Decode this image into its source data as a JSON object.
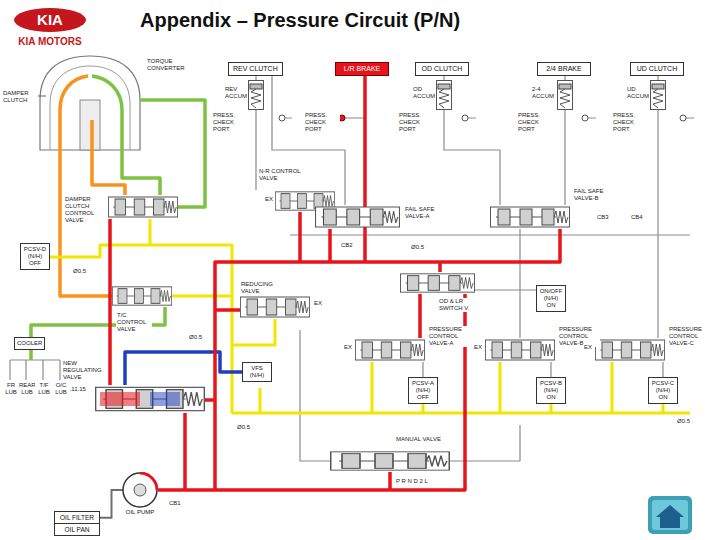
{
  "diagram": {
    "title": "Appendix – Pressure Circuit (P/N)",
    "nodes": [
      {
        "text": [
          "REV CLUTCH"
        ]
      },
      {
        "text": [
          "L/R BRAKE"
        ]
      },
      {
        "text": [
          "OD CLUTCH"
        ]
      },
      {
        "text": [
          "2/4 BRAKE"
        ]
      },
      {
        "text": [
          "UD CLUTCH"
        ]
      },
      {
        "text": [
          "PCSV-D (N/H) OFF"
        ]
      },
      {
        "text": [
          "COOLER"
        ]
      },
      {
        "text": [
          "VFS (N/H)"
        ]
      },
      {
        "text": [
          "ON/OFF (N/H) ON"
        ]
      },
      {
        "text": [
          "PCSV-A (N/H) OFF"
        ]
      },
      {
        "text": [
          "PCSV-B (N/H) ON"
        ]
      },
      {
        "text": [
          "PCSV-C (N/H) ON"
        ]
      },
      {
        "text": [
          "OIL PUMP"
        ]
      },
      {
        "text": [
          "OIL FILTER"
        ]
      },
      {
        "text": [
          "OIL PAN"
        ]
      }
    ],
    "edges": [
      {
        "from": 13,
        "to": 12,
        "arrow": "none"
      }
    ],
    "labels": [
      "KIA",
      "KIA MOTORS",
      "DAMPER CLUTCH",
      "TORQUE CONVERTER",
      "REV ACCUM",
      "PRESS. CHECK PORT",
      "PRESS. CHECK PORT",
      "OD ACCUM",
      "PRESS. CHECK PORT",
      "2-4 ACCUM",
      "PRESS. CHECK PORT",
      "UD ACCUM",
      "PRESS. CHECK PORT",
      "N-R CONTROL VALVE",
      "FAIL SAFE VALVE-A",
      "FAIL SAFE VALVE-B",
      "DAMPER CLUTCH CONTROL VALVE",
      "T/C CONTROL VALVE",
      "REDUCING VALVE",
      "NEW REGULATING VALVE",
      "02.11.15",
      "OD & LR SWITCH V.",
      "PRESSURE CONTROL VALVE-A",
      "PRESSURE CONTROL VALVE-B",
      "PRESSURE CONTROL VALVE-C",
      "MANUAL VALVE",
      "P R N D 2 L",
      "FR LUB",
      "REAR LUB",
      "T/F LUB",
      "O/C LUB",
      "CB1",
      "CB2",
      "CB3",
      "CB4",
      "EX",
      "EX",
      "EX",
      "EX",
      "EX",
      "Ø0.5",
      "Ø0.5",
      "Ø0.5",
      "Ø0.5",
      "Ø0.5"
    ]
  }
}
